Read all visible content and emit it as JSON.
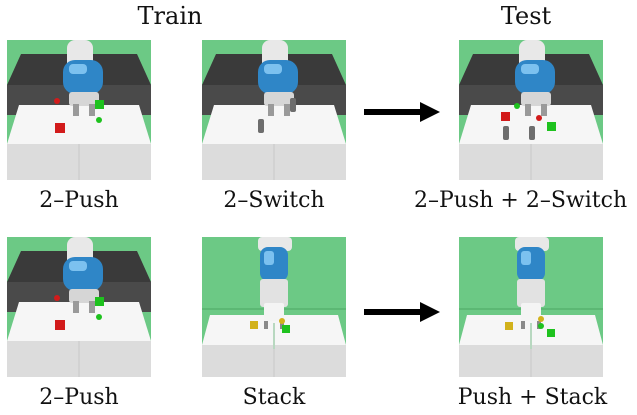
{
  "headers": {
    "train": "Train",
    "test": "Test"
  },
  "captions": {
    "r1c1": "2–Push",
    "r1c2": "2–Switch",
    "r1c3": "2–Push + 2–Switch",
    "r2c1": "2–Push",
    "r2c2": "Stack",
    "r2c3": "Push + Stack"
  },
  "colors": {
    "sim_background": "#6cc985",
    "table_top": "#f6f6f6",
    "table_front": "#dcdcdc",
    "robot_arm": "#2f86c7",
    "object_red": "#d21b1b",
    "object_green": "#1ec21e",
    "object_yellow": "#d2b21c",
    "arrow": "#000000"
  }
}
